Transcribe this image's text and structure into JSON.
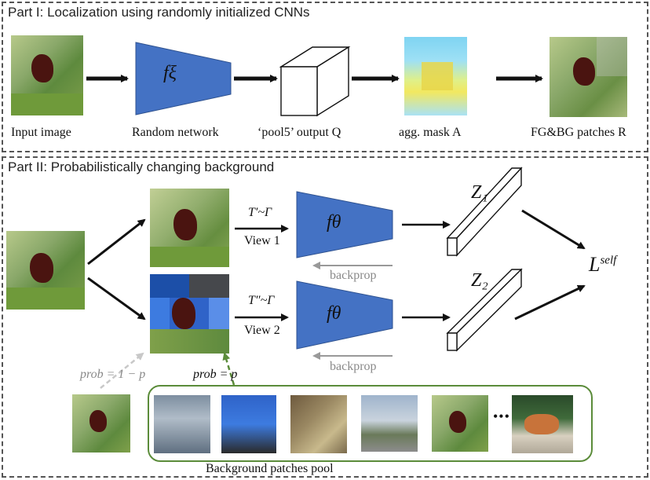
{
  "part1": {
    "title": "Part I: Localization using randomly initialized CNNs",
    "network_symbol": "fξ",
    "labels": {
      "input": "Input image",
      "network": "Random network",
      "pool5": "‘pool5’ output Q",
      "mask": "agg. mask A",
      "patches": "FG&BG patches R"
    }
  },
  "part2": {
    "title": "Part II: Probabilistically changing background",
    "view1": {
      "transform": "T′~Γ",
      "label": "View 1",
      "network": "fθ",
      "embedding": "Z₁",
      "backprop": "backprop"
    },
    "view2": {
      "transform": "T″~Γ",
      "label": "View 2",
      "network": "fθ",
      "embedding": "Z₂",
      "backprop": "backprop"
    },
    "loss": "L",
    "loss_superscript": "self",
    "prob_keep": "prob = 1 − p",
    "prob_change": "prob = p",
    "pool_label": "Background patches pool",
    "ellipsis": "•••"
  },
  "colors": {
    "network_fill": "#4472c4",
    "pool_border": "#5b8c3a",
    "arrow": "#111111",
    "backprop_arrow": "#999999",
    "prob_change_arrow": "#5b8c3a"
  }
}
